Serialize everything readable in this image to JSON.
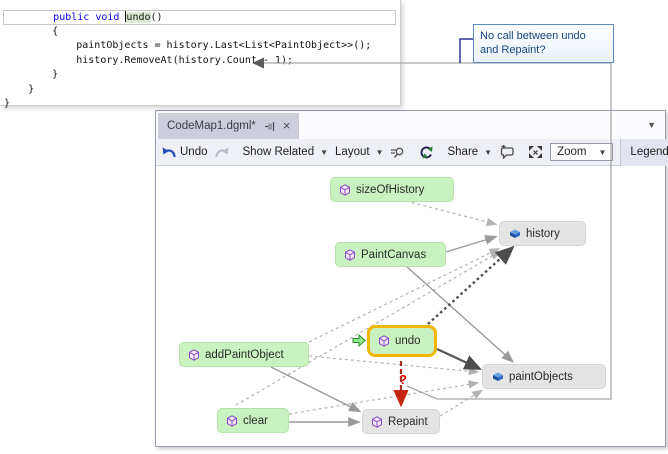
{
  "colors": {
    "accent_selection": "#f2b705",
    "node_green": "#c9f2c0",
    "node_gray": "#e4e4e4",
    "question_red": "#e00000",
    "callout_blue_border": "#5d8ac2",
    "callout_text": "#17477e",
    "keyword_blue": "#0000e8"
  },
  "code": {
    "line1": {
      "indent": "        ",
      "kw": "public void ",
      "name": "undo",
      "rest": "()"
    },
    "lines": [
      "        {",
      "            paintObjects = history.Last<List<PaintObject>>();",
      "            history.RemoveAt(history.Count - 1);",
      "        }",
      "    }",
      "}"
    ]
  },
  "callout": {
    "line1": "No call between undo",
    "line2": "and Repaint?"
  },
  "map": {
    "tab_title": "CodeMap1.dgml*",
    "toolbar": {
      "undo": "Undo",
      "show_related": "Show Related",
      "layout": "Layout",
      "share": "Share",
      "zoom": "Zoom",
      "legend": "Legend"
    },
    "graph": {
      "question_mark": "?",
      "nodes": [
        {
          "id": "sizeOfHistory",
          "label": "sizeOfHistory",
          "type": "method",
          "color": "green"
        },
        {
          "id": "history",
          "label": "history",
          "type": "field",
          "color": "gray"
        },
        {
          "id": "PaintCanvas",
          "label": "PaintCanvas",
          "type": "method",
          "color": "green"
        },
        {
          "id": "undo",
          "label": "undo",
          "type": "method",
          "color": "green",
          "selected": true
        },
        {
          "id": "addPaintObject",
          "label": "addPaintObject",
          "type": "method",
          "color": "green"
        },
        {
          "id": "paintObjects",
          "label": "paintObjects",
          "type": "field",
          "color": "gray"
        },
        {
          "id": "clear",
          "label": "clear",
          "type": "method",
          "color": "green"
        },
        {
          "id": "Repaint",
          "label": "Repaint",
          "type": "method",
          "color": "gray"
        }
      ],
      "edges": [
        {
          "from": "sizeOfHistory",
          "to": "history",
          "style": "dashed"
        },
        {
          "from": "PaintCanvas",
          "to": "history",
          "style": "solid"
        },
        {
          "from": "undo",
          "to": "history",
          "style": "bold-dotted"
        },
        {
          "from": "PaintCanvas",
          "to": "paintObjects",
          "style": "solid"
        },
        {
          "from": "undo",
          "to": "paintObjects",
          "style": "bold-solid"
        },
        {
          "from": "addPaintObject",
          "to": "history",
          "style": "dashed"
        },
        {
          "from": "addPaintObject",
          "to": "paintObjects",
          "style": "dashed"
        },
        {
          "from": "addPaintObject",
          "to": "Repaint",
          "style": "solid"
        },
        {
          "from": "clear",
          "to": "history",
          "style": "dashed"
        },
        {
          "from": "clear",
          "to": "paintObjects",
          "style": "dashed"
        },
        {
          "from": "clear",
          "to": "Repaint",
          "style": "solid"
        },
        {
          "from": "undo",
          "to": "Repaint",
          "style": "red-question"
        },
        {
          "from": "Repaint",
          "to": "paintObjects",
          "style": "dashed"
        }
      ]
    }
  }
}
